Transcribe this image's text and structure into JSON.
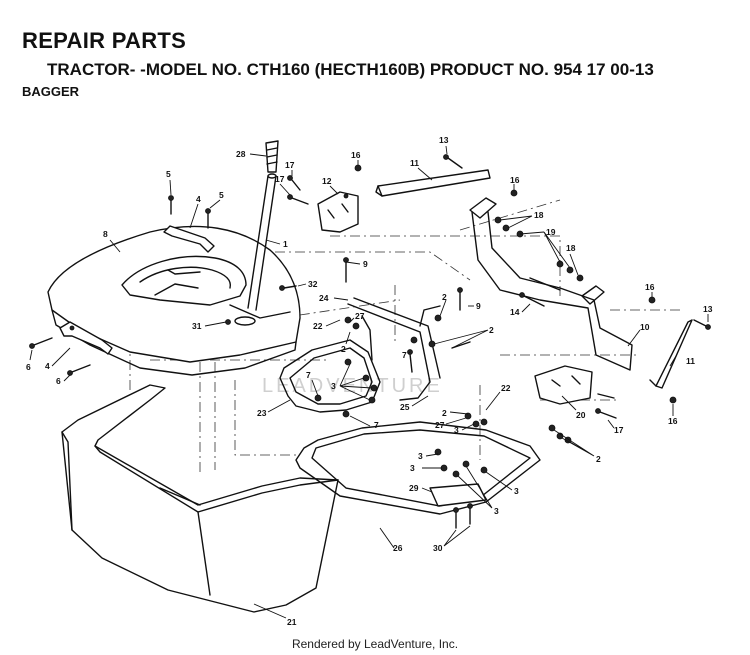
{
  "header": {
    "title": "REPAIR PARTS",
    "subtitle": "TRACTOR- -MODEL NO. CTH160 (HECTH160B) PRODUCT NO. 954 17 00-13",
    "section": "BAGGER"
  },
  "watermark": "LEADVENTURE",
  "footer": "Rendered by LeadVenture, Inc.",
  "callouts": [
    {
      "id": "c28",
      "label": "28"
    },
    {
      "id": "c5a",
      "label": "5"
    },
    {
      "id": "c4a",
      "label": "4"
    },
    {
      "id": "c5b",
      "label": "5"
    },
    {
      "id": "c8",
      "label": "8"
    },
    {
      "id": "c17a",
      "label": "17"
    },
    {
      "id": "c17b",
      "label": "17"
    },
    {
      "id": "c12",
      "label": "12"
    },
    {
      "id": "c16a",
      "label": "16"
    },
    {
      "id": "c11a",
      "label": "11"
    },
    {
      "id": "c13a",
      "label": "13"
    },
    {
      "id": "c16b",
      "label": "16"
    },
    {
      "id": "c18a",
      "label": "18"
    },
    {
      "id": "c19",
      "label": "19"
    },
    {
      "id": "c18b",
      "label": "18"
    },
    {
      "id": "c1",
      "label": "1"
    },
    {
      "id": "c9a",
      "label": "9"
    },
    {
      "id": "c32",
      "label": "32"
    },
    {
      "id": "c24",
      "label": "24"
    },
    {
      "id": "c2a",
      "label": "2"
    },
    {
      "id": "c9b",
      "label": "9"
    },
    {
      "id": "c14",
      "label": "14"
    },
    {
      "id": "c16c",
      "label": "16"
    },
    {
      "id": "c13b",
      "label": "13"
    },
    {
      "id": "c31",
      "label": "31"
    },
    {
      "id": "c22a",
      "label": "22"
    },
    {
      "id": "c27a",
      "label": "27"
    },
    {
      "id": "c2b",
      "label": "2"
    },
    {
      "id": "c10",
      "label": "10"
    },
    {
      "id": "c6a",
      "label": "6"
    },
    {
      "id": "c4b",
      "label": "4"
    },
    {
      "id": "c6b",
      "label": "6"
    },
    {
      "id": "c7a",
      "label": "7"
    },
    {
      "id": "c2c",
      "label": "2"
    },
    {
      "id": "c11b",
      "label": "11"
    },
    {
      "id": "c7b",
      "label": "7"
    },
    {
      "id": "c3a",
      "label": "3"
    },
    {
      "id": "c22b",
      "label": "22"
    },
    {
      "id": "c23",
      "label": "23"
    },
    {
      "id": "c25",
      "label": "25"
    },
    {
      "id": "c2d",
      "label": "2"
    },
    {
      "id": "c20",
      "label": "20"
    },
    {
      "id": "c17c",
      "label": "17"
    },
    {
      "id": "c16d",
      "label": "16"
    },
    {
      "id": "c7c",
      "label": "7"
    },
    {
      "id": "c27b",
      "label": "27"
    },
    {
      "id": "c3b",
      "label": "3"
    },
    {
      "id": "c3c",
      "label": "3"
    },
    {
      "id": "c2e",
      "label": "2"
    },
    {
      "id": "c3d",
      "label": "3"
    },
    {
      "id": "c29",
      "label": "29"
    },
    {
      "id": "c3e",
      "label": "3"
    },
    {
      "id": "c3f",
      "label": "3"
    },
    {
      "id": "c26",
      "label": "26"
    },
    {
      "id": "c30",
      "label": "30"
    },
    {
      "id": "c21",
      "label": "21"
    }
  ]
}
